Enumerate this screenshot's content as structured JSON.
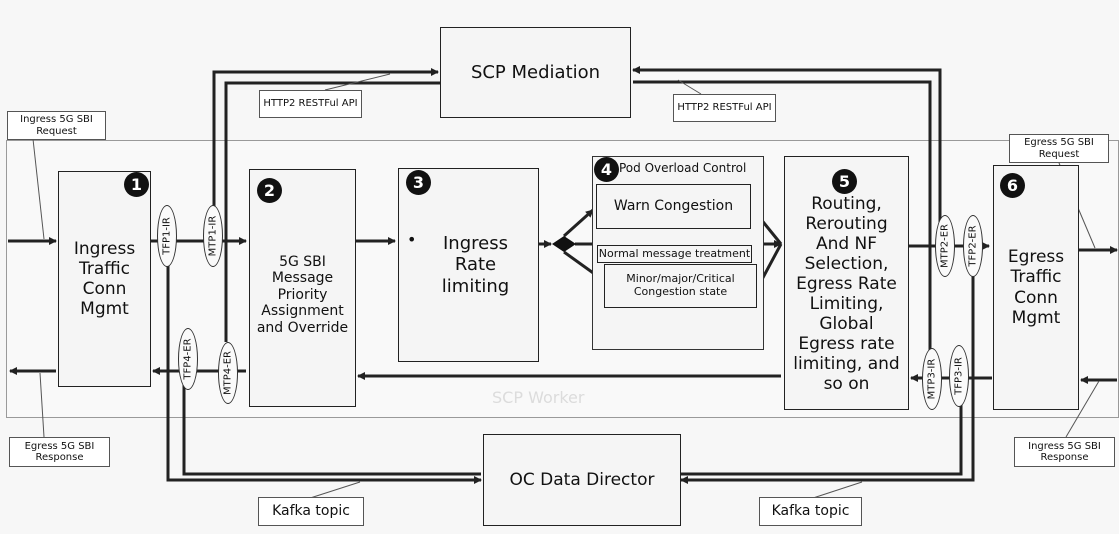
{
  "worker_label": "SCP Worker",
  "boxes": {
    "scp_mediation": "SCP Mediation",
    "ingress_traffic": "Ingress Traffic Conn Mgmt",
    "priority": "5G SBI Message Priority Assignment and Override",
    "ingress_rate": "Ingress Rate limiting",
    "bullet": "•",
    "pod_title": "Pod Overload Control",
    "warn": "Warn Congestion",
    "normal": "Normal message treatment",
    "minor": "Minor/major/Critical Congestion state",
    "routing": "Routing, Rerouting And NF Selection, Egress Rate Limiting, Global Egress rate limiting, and so on",
    "egress_traffic": "Egress Traffic Conn Mgmt",
    "oc_data": "OC Data Director"
  },
  "numbers": [
    "1",
    "2",
    "3",
    "4",
    "5",
    "6"
  ],
  "callouts": {
    "ingress_req": "Ingress 5G SBI Request",
    "egress_resp": "Egress 5G SBI Response",
    "http_left": "HTTP2 RESTFul API",
    "http_right": "HTTP2 RESTFul API",
    "egress_req": "Egress 5G SBI Request",
    "ingress_resp": "Ingress 5G SBI Response",
    "kafka_left": "Kafka topic",
    "kafka_right": "Kafka topic"
  },
  "ovals": {
    "tfp1": "TFP1-IR",
    "mtp1": "MTP1-IR",
    "tfp4": "TFP4-ER",
    "mtp4": "MTP4-ER",
    "mtp2": "MTP2-ER",
    "tfp2": "TFP2-ER",
    "mtp3": "MTP3-IR",
    "tfp3": "TFP3-IR"
  }
}
